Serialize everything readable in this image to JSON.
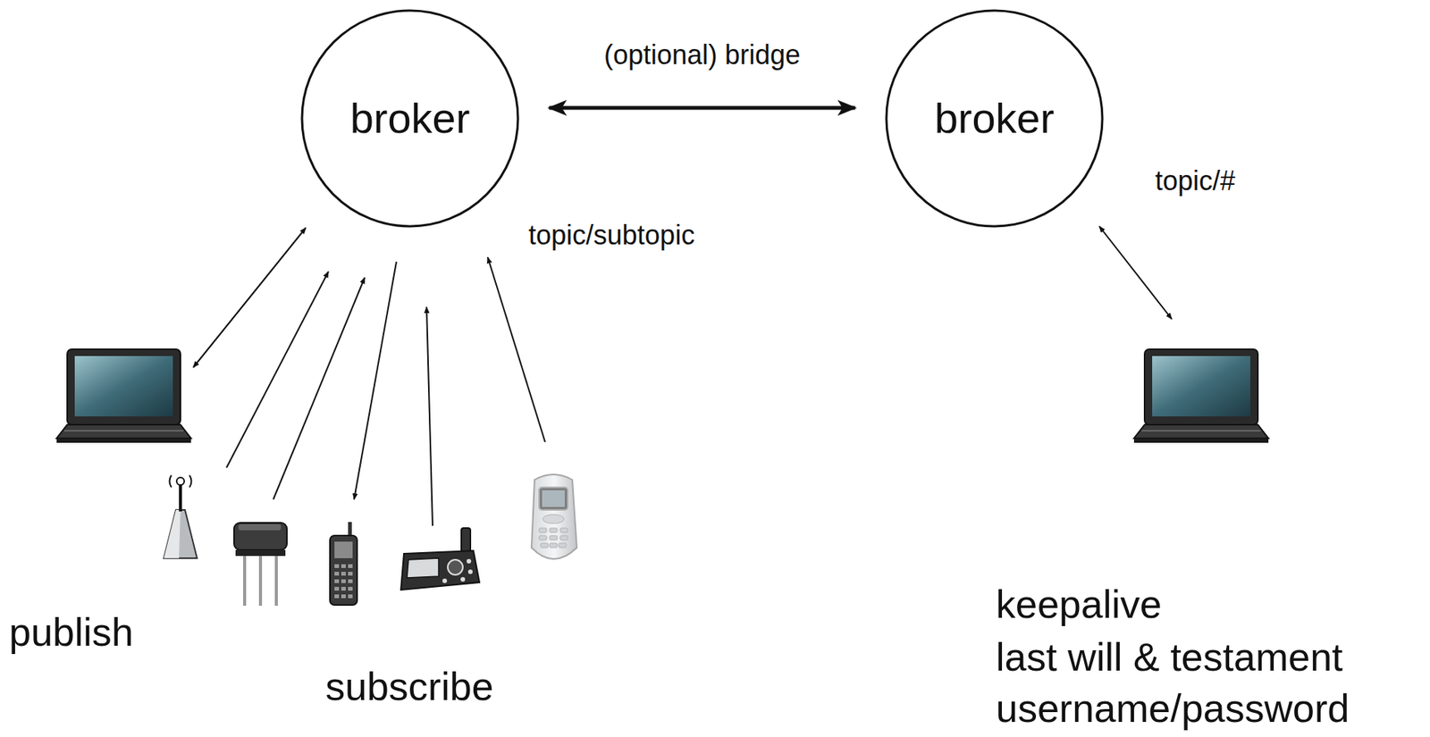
{
  "diagram": {
    "nodes": [
      {
        "text": [
          "broker"
        ]
      },
      {
        "text": [
          "broker"
        ]
      }
    ],
    "edges": [
      {
        "from": 0,
        "to": 1,
        "label": "(optional) bridge",
        "arrow": "both"
      }
    ],
    "labels": [
      "topic/subtopic",
      "topic/#",
      "publish",
      "subscribe",
      "keepalive",
      "last will & testament",
      "username/password"
    ]
  }
}
